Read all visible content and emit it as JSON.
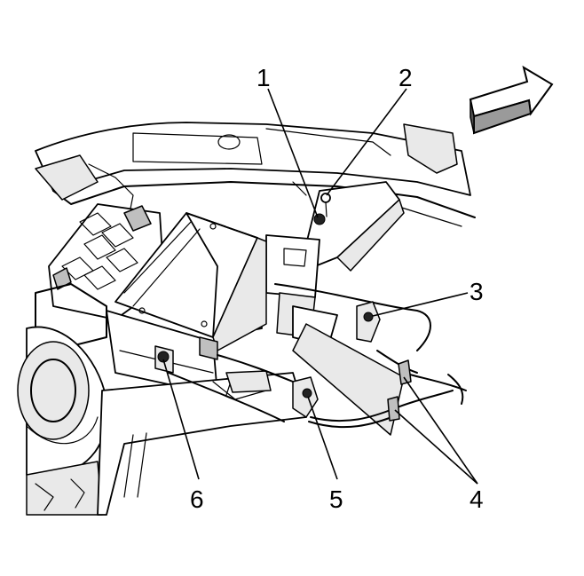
{
  "callouts": [
    {
      "id": "1",
      "label": "1"
    },
    {
      "id": "2",
      "label": "2"
    },
    {
      "id": "3",
      "label": "3"
    },
    {
      "id": "4",
      "label": "4"
    },
    {
      "id": "5",
      "label": "5"
    },
    {
      "id": "6",
      "label": "6"
    }
  ],
  "icons": {
    "direction_arrow": "forward-direction-arrow-icon"
  },
  "colors": {
    "line": "#000000",
    "background": "#ffffff",
    "shade": "#e9e9e9"
  }
}
